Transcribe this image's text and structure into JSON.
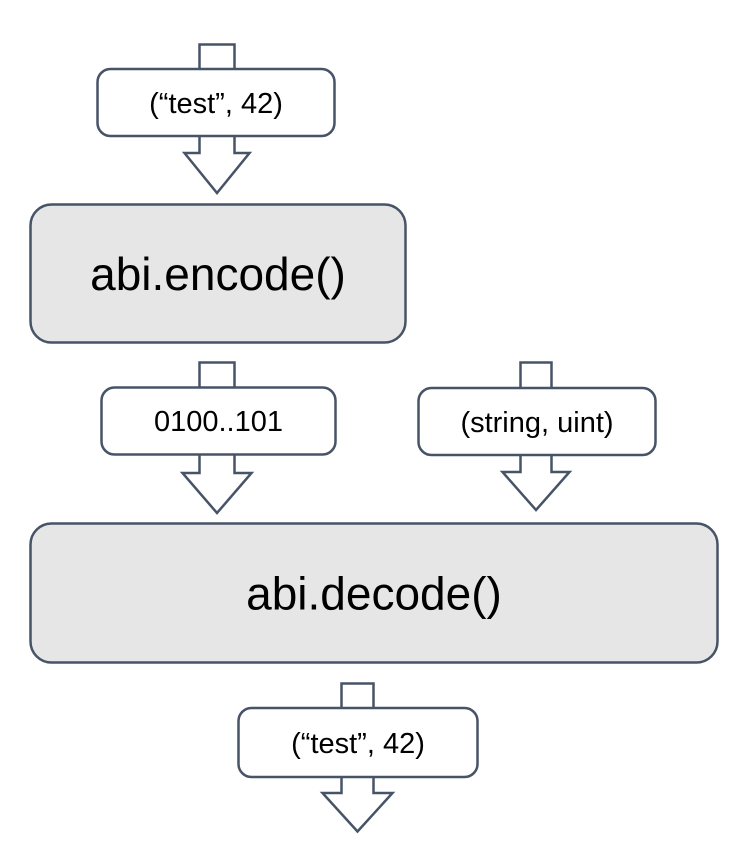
{
  "diagram": {
    "colors": {
      "line": "#475366",
      "node_fill": "#ffffff",
      "process_fill": "#e6e6e6",
      "text": "#000000",
      "background": "#ffffff"
    },
    "nodes": {
      "input_tuple": "(“test”, 42)",
      "encode": "abi.encode()",
      "encoded_bytes": "0100..101",
      "type_tuple": "(string, uint)",
      "decode": "abi.decode()",
      "output_tuple": "(“test”, 42)"
    }
  }
}
